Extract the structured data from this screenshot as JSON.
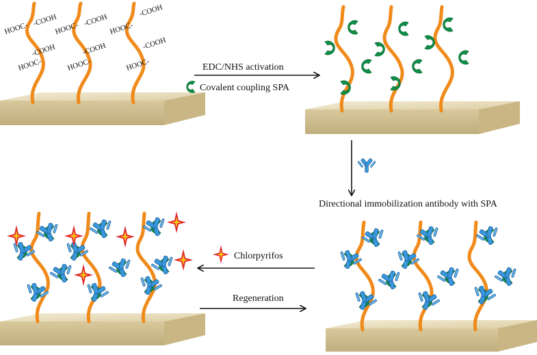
{
  "steps": {
    "activation": "EDC/NHS  activation",
    "coupling": "Covalent coupling SPA",
    "immobilization": "Directional immobilization antibody with SPA",
    "analyte": "Chlorpyrifos",
    "regeneration": "Regeneration"
  },
  "chem": {
    "cooh": "-COOH",
    "hooc": "HOOC-"
  },
  "colors": {
    "polymer": "#F08A1A",
    "spa": "#0F8F47",
    "antibody": "#2F8FD3",
    "antibody_dark": "#1B5F9E",
    "star_outer": "#E0262B",
    "star_inner": "#F7C417",
    "slab_top": "#EDE3C4",
    "slab_front": "#D7C79A"
  },
  "icons": [
    "spa-protein-icon",
    "antibody-icon",
    "chlorpyrifos-star-icon",
    "arrow-right-icon",
    "arrow-down-icon",
    "arrow-left-icon"
  ]
}
